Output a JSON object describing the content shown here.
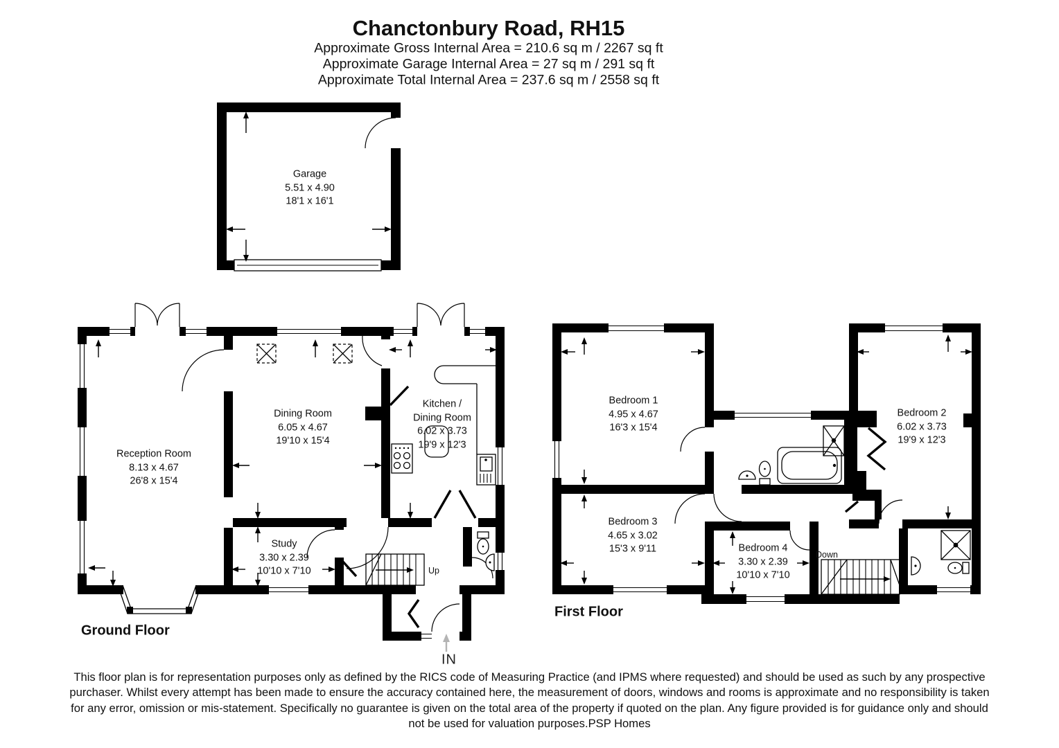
{
  "header": {
    "title": "Chanctonbury Road, RH15",
    "line1": "Approximate Gross Internal Area = 210.6 sq m / 2267 sq ft",
    "line2": "Approximate Garage Internal Area = 27 sq m / 291 sq ft",
    "line3": "Approximate Total Internal Area = 237.6 sq m / 2558 sq ft"
  },
  "garage": {
    "name": "Garage",
    "dims_m": "5.51 x 4.90",
    "dims_ft": "18'1 x 16'1"
  },
  "ground_floor": {
    "label": "Ground Floor",
    "stair_label": "Up",
    "entrance_label": "IN",
    "rooms": [
      {
        "name": "Reception Room",
        "dims_m": "8.13 x 4.67",
        "dims_ft": "26'8 x 15'4"
      },
      {
        "name": "Dining Room",
        "dims_m": "6.05 x 4.67",
        "dims_ft": "19'10 x 15'4"
      },
      {
        "name": "Kitchen /",
        "name2": "Dining Room",
        "dims_m": "6.02 x 3.73",
        "dims_ft": "19'9 x 12'3"
      },
      {
        "name": "Study",
        "dims_m": "3.30 x 2.39",
        "dims_ft": "10'10 x 7'10"
      }
    ]
  },
  "first_floor": {
    "label": "First Floor",
    "stair_label": "Down",
    "rooms": [
      {
        "name": "Bedroom 1",
        "dims_m": "4.95 x 4.67",
        "dims_ft": "16'3 x 15'4"
      },
      {
        "name": "Bedroom 2",
        "dims_m": "6.02 x 3.73",
        "dims_ft": "19'9 x 12'3"
      },
      {
        "name": "Bedroom 3",
        "dims_m": "4.65 x 3.02",
        "dims_ft": "15'3 x 9'11"
      },
      {
        "name": "Bedroom 4",
        "dims_m": "3.30 x 2.39",
        "dims_ft": "10'10 x 7'10"
      }
    ]
  },
  "footer": {
    "disclaimer": "This floor plan is for representation purposes only as defined by the RICS code of Measuring Practice (and IPMS where requested) and should be used as such by any prospective purchaser. Whilst every attempt has been made to ensure the accuracy contained here, the measurement of doors, windows and rooms is approximate and no responsibility is taken for any error, omission or mis-statement. Specifically no guarantee is given on the total area of the property if quoted on the plan. Any figure provided is for guidance only and should not be used for valuation purposes.PSP Homes"
  },
  "colors": {
    "wall": "#000000",
    "background": "#ffffff",
    "entrance_arrow": "#b4b4b4"
  }
}
